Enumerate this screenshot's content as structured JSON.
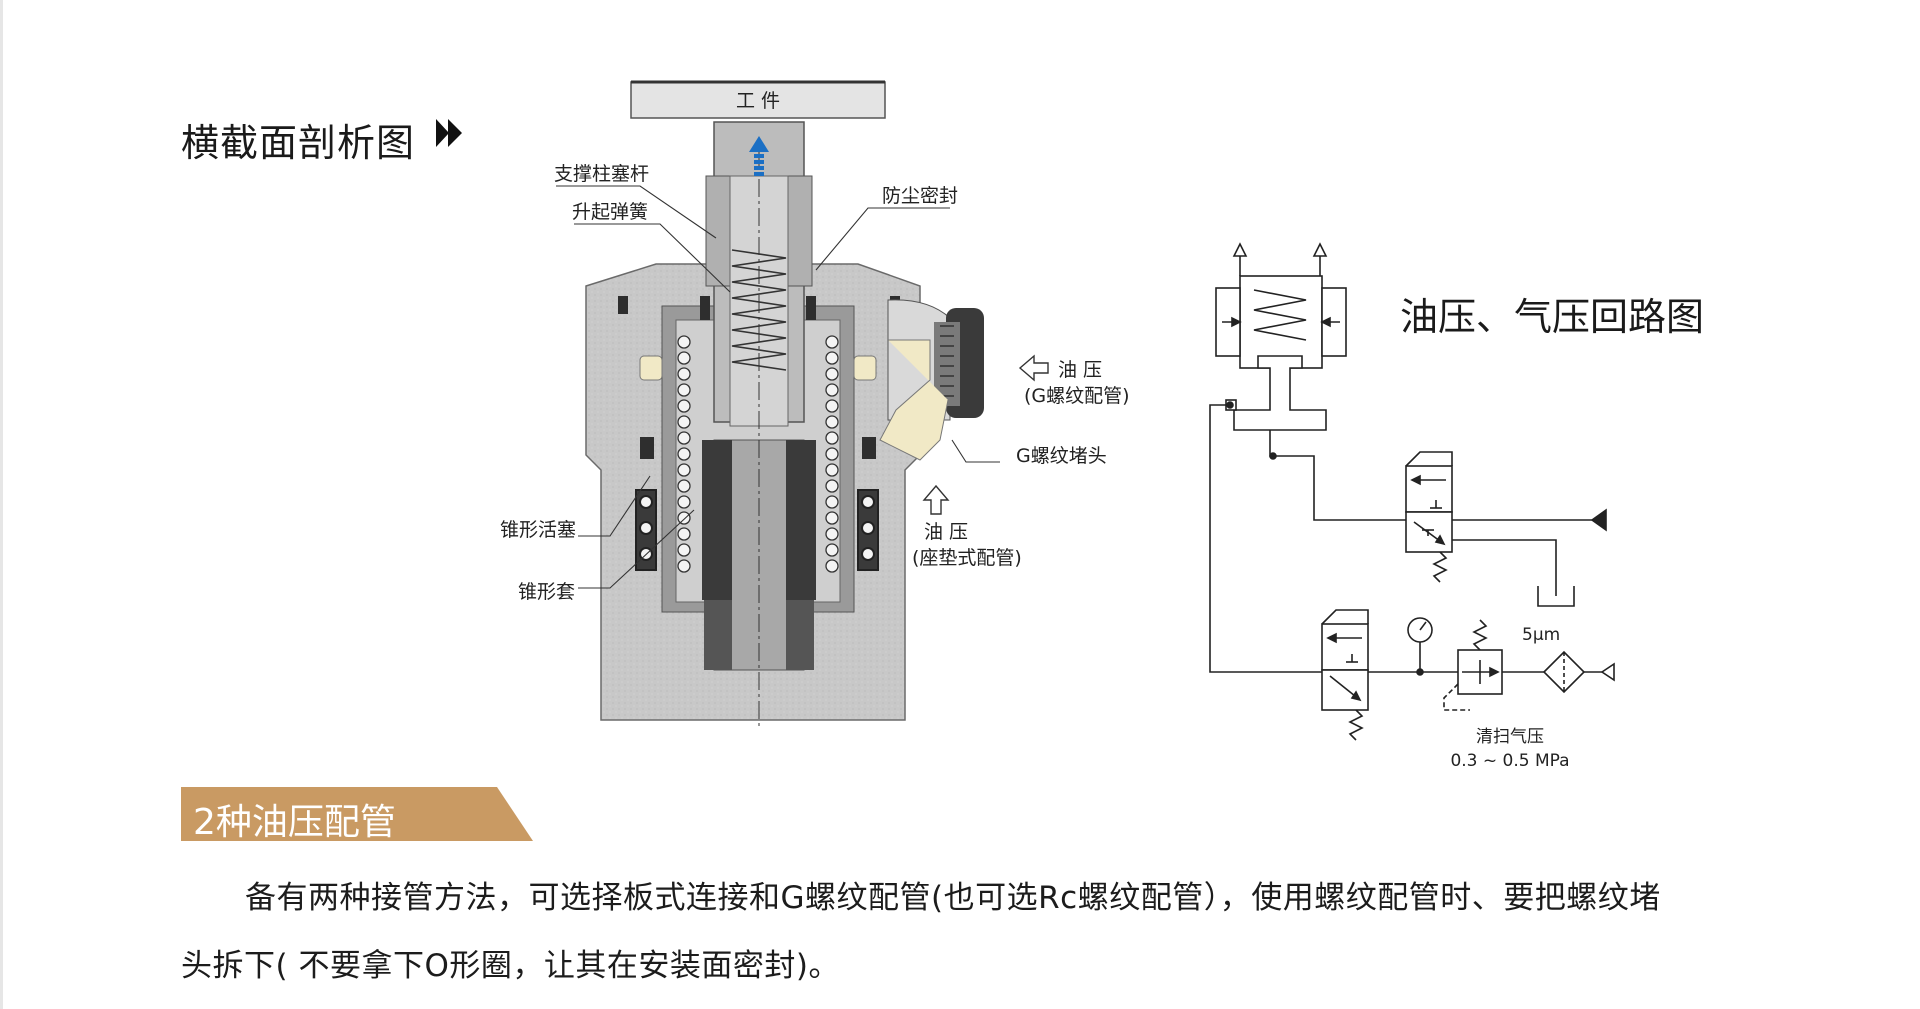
{
  "section_title": "横截面剖析图",
  "cross_section": {
    "workpiece_label": "工 件",
    "labels": {
      "support_rod": "支撑柱塞杆",
      "lift_spring": "升起弹簧",
      "dust_seal": "防尘密封",
      "oil_g_line1": "油 压",
      "oil_g_line2": "(G螺纹配管)",
      "g_plug": "G螺纹堵头",
      "oil_seat_line1": "油 压",
      "oil_seat_line2": "(座垫式配管)",
      "cone_piston": "锥形活塞",
      "cone_sleeve": "锥形套"
    }
  },
  "circuit": {
    "title": "油压、气压回路图",
    "filter_label": "5μm",
    "purge_label": "清扫气压",
    "pressure_range": "0.3 ~ 0.5 MPa"
  },
  "piping": {
    "tag": "2种油压配管",
    "paragraph_line1": "备有两种接管方法，可选择板式连接和G螺纹配管(也可选Rc螺纹配管），使用螺纹配管时、要把螺纹堵",
    "paragraph_line2": "头拆下( 不要拿下O形圈，让其在安装面密封)。"
  },
  "colors": {
    "tag_bg": "#c99a63",
    "body_gray": "#c8c8c8",
    "dark_part": "#3a3a3a",
    "port_fill": "#f1e9c6",
    "flow_arrow": "#1b6fc4"
  }
}
